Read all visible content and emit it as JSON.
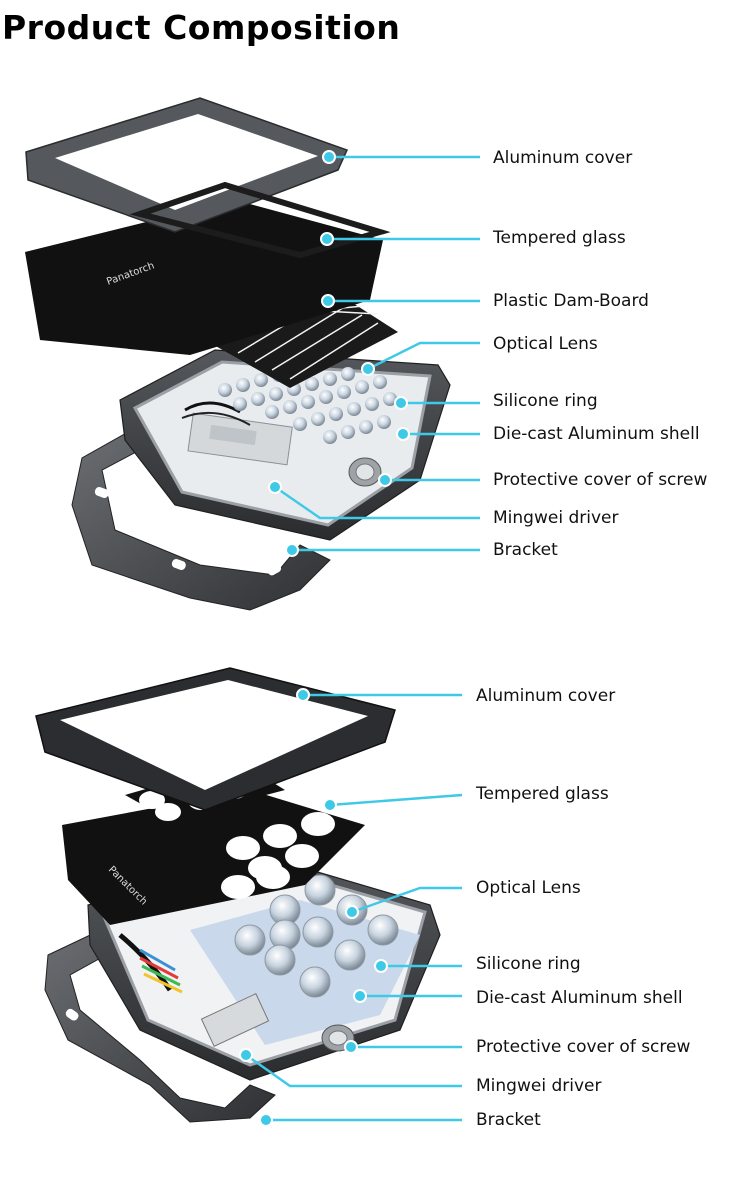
{
  "title": "Product Composition",
  "brand": "Panatorch",
  "accent_color": "#3ec9e6",
  "diagram_top": {
    "labels": [
      "Aluminum cover",
      "Tempered glass",
      "Plastic Dam-Board",
      "Optical Lens",
      "Silicone ring",
      "Die-cast Aluminum shell",
      "Protective cover of screw",
      "Mingwei driver",
      "Bracket"
    ]
  },
  "diagram_bottom": {
    "labels": [
      "Aluminum cover",
      "Tempered glass",
      "Optical Lens",
      "Silicone ring",
      "Die-cast Aluminum shell",
      "Protective cover of screw",
      "Mingwei driver",
      "Bracket"
    ]
  }
}
